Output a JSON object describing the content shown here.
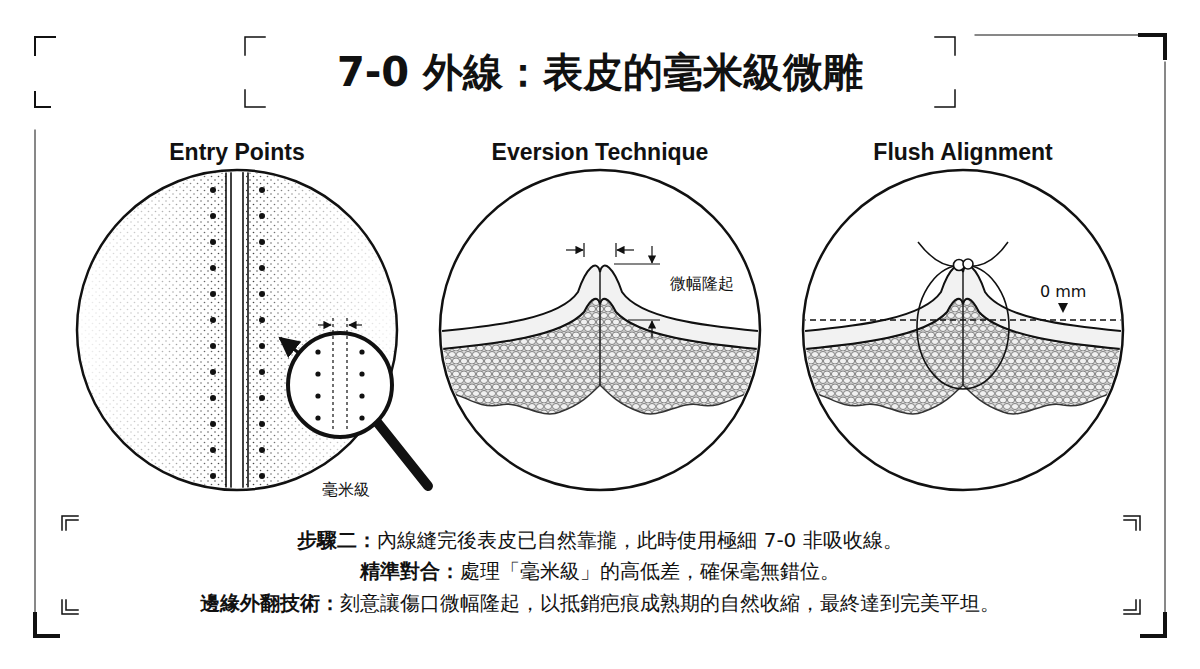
{
  "diagram": {
    "title": "7-0 外線：表皮的毫米級微雕",
    "nodes": [
      {
        "text": [
          "Entry Points",
          "毫米級"
        ]
      },
      {
        "text": [
          "Eversion Technique",
          "微幅隆起"
        ]
      },
      {
        "text": [
          "Flush Alignment",
          "0 mm"
        ]
      }
    ],
    "labels": [
      "步驟二：",
      "內線縫完後表皮已自然靠攏，此時使用極細 7-0 非吸收線。",
      "精準對合：",
      "處理「毫米級」的高低差，確保毫無錯位。",
      "邊緣外翻技術：",
      "刻意讓傷口微幅隆起，以抵銷疤痕成熟期的自然收縮，最終達到完美平坦。"
    ]
  }
}
